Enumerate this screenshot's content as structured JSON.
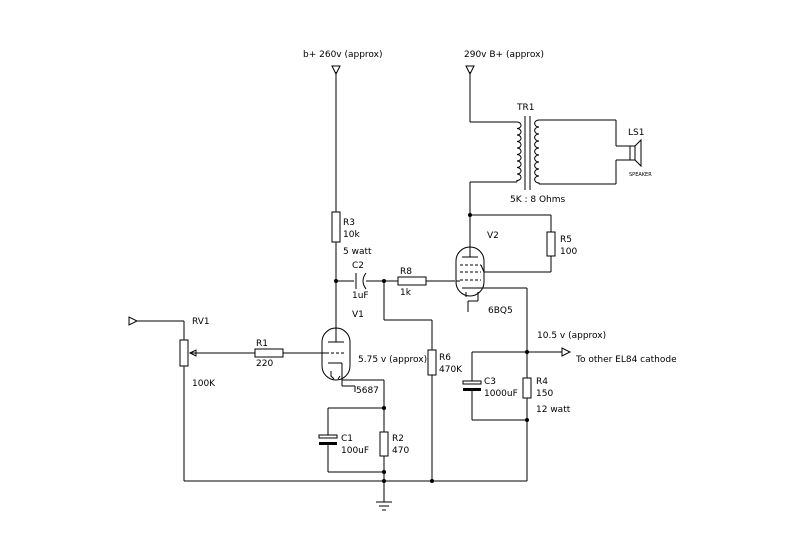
{
  "supplies": {
    "b_plus_low": "b+ 260v (approx)",
    "b_plus_high": "290v B+ (approx)"
  },
  "transformer": {
    "ref": "TR1",
    "ratio": "5K : 8 Ohms"
  },
  "speaker": {
    "ref": "LS1",
    "label": "SPEAKER"
  },
  "r3": {
    "ref": "R3",
    "value": "10k",
    "rating": "5 watt"
  },
  "c2": {
    "ref": "C2",
    "value": "1uF"
  },
  "r8": {
    "ref": "R8",
    "value": "1k"
  },
  "v2": {
    "ref": "V2",
    "type": "6BQ5"
  },
  "r5": {
    "ref": "R5",
    "value": "100"
  },
  "v1": {
    "ref": "V1",
    "type": "5687"
  },
  "rv1": {
    "ref": "RV1",
    "value": "100K"
  },
  "r1": {
    "ref": "R1",
    "value": "220"
  },
  "cathode_v1": "5.75 v (approx)",
  "r6": {
    "ref": "R6",
    "value": "470K"
  },
  "cathode_v2": "10.5 v (approx)",
  "output_note": "To other EL84 cathode",
  "c3": {
    "ref": "C3",
    "value": "1000uF"
  },
  "r4": {
    "ref": "R4",
    "value": "150",
    "rating": "12 watt"
  },
  "c1": {
    "ref": "C1",
    "value": "100uF"
  },
  "r2": {
    "ref": "R2",
    "value": "470"
  }
}
